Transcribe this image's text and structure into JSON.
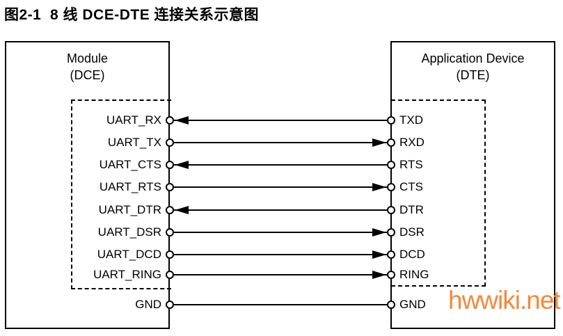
{
  "title": "图2-1  8 线 DCE-DTE 连接关系示意图",
  "watermark": "hwwiki.net",
  "colors": {
    "line": "#000000",
    "background": "#FFFFFF",
    "watermark": "#F5883B"
  },
  "left_box": {
    "name": "Module",
    "sub": "(DCE)"
  },
  "right_box": {
    "name": "Application Device",
    "sub": "(DTE)"
  },
  "rows": [
    {
      "left_label": "UART_RX",
      "right_label": "TXD",
      "direction": "to-module"
    },
    {
      "left_label": "UART_TX",
      "right_label": "RXD",
      "direction": "to-device"
    },
    {
      "left_label": "UART_CTS",
      "right_label": "RTS",
      "direction": "to-module"
    },
    {
      "left_label": "UART_RTS",
      "right_label": "CTS",
      "direction": "to-device"
    },
    {
      "left_label": "UART_DTR",
      "right_label": "DTR",
      "direction": "to-module"
    },
    {
      "left_label": "UART_DSR",
      "right_label": "DSR",
      "direction": "to-device"
    },
    {
      "left_label": "UART_DCD",
      "right_label": "DCD",
      "direction": "to-device"
    },
    {
      "left_label": "UART_RING",
      "right_label": "RING",
      "direction": "to-device"
    },
    {
      "left_label": "GND",
      "right_label": "GND",
      "direction": "none"
    }
  ]
}
